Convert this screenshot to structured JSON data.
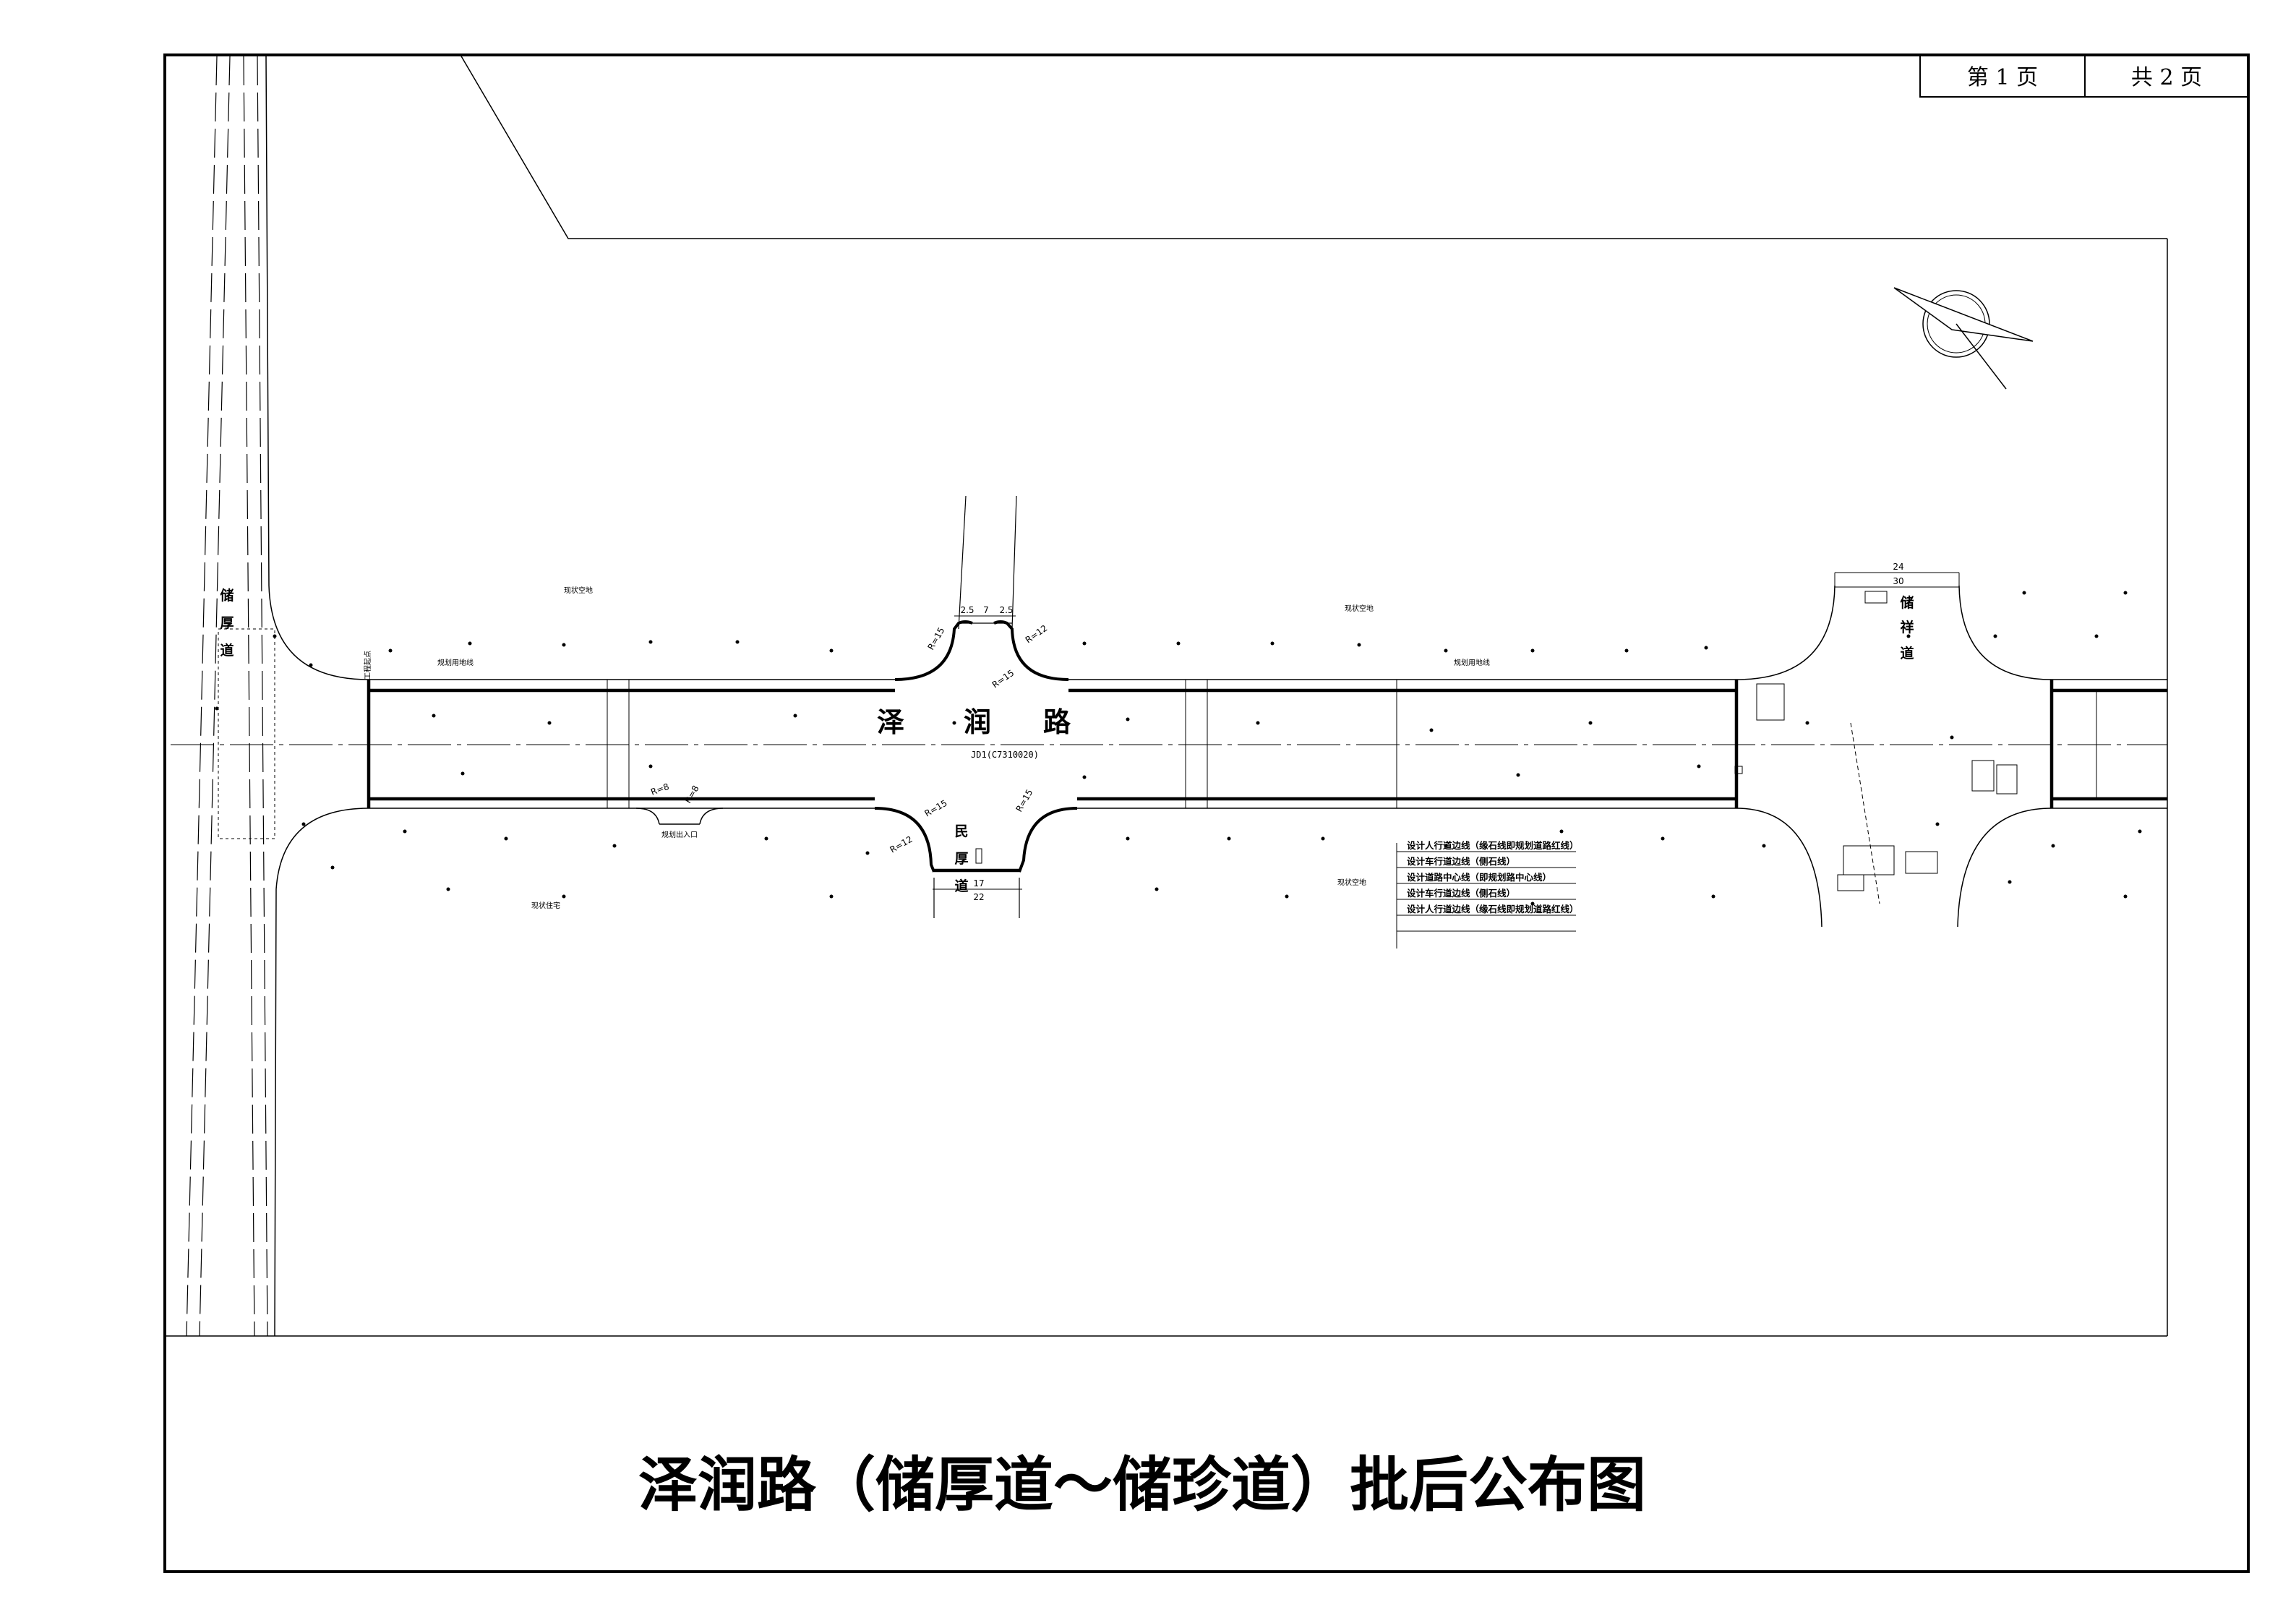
{
  "title": "泽润路（储厚道～储珍道）批后公布图",
  "page_info": {
    "page_text": "第  1  页",
    "total_text": "共  2  页"
  },
  "roads": {
    "main": [
      "泽",
      "润",
      "路"
    ],
    "chuhou": [
      "储",
      "厚",
      "道"
    ],
    "chuxiang": [
      "储",
      "祥",
      "道"
    ],
    "minhou": [
      "民",
      "厚",
      "道"
    ]
  },
  "labels": {
    "jd": "JD1(C7310020)",
    "exit": "规划出入口",
    "zone_n1": "现状空地",
    "zone_n2": "现状空地",
    "zone_s1": "现状住宅",
    "zone_s2": "现状空地",
    "boundary_1": "规划用地线",
    "boundary_2": "规划用地线",
    "project_start": "工程起点"
  },
  "dimensions": {
    "top_left": "2.5",
    "top_mid": "7",
    "top_right": "2.5",
    "bottom_mid": "17",
    "bottom_total": "22",
    "right_top_total": "24",
    "right_top_inner": "30",
    "r_top_left": "R=15",
    "r_top_right": "R=12",
    "r_top_right_inner": "R=15",
    "r_bottom_left": "R=12",
    "r_bottom_left_inner": "R=15",
    "r_bottom_right": "R=15",
    "r_exit_left": "R=8",
    "r_exit_right": "R=8"
  },
  "legend": [
    "设计人行道边线（缘石线即规划道路红线）",
    "设计车行道边线（侧石线）",
    "设计道路中心线（即规划路中心线）",
    "设计车行道边线（侧石线）",
    "设计人行道边线（缘石线即规划道路红线）"
  ],
  "colors": {
    "ink": "#000000",
    "paper": "#ffffff",
    "grey": "#555555"
  }
}
